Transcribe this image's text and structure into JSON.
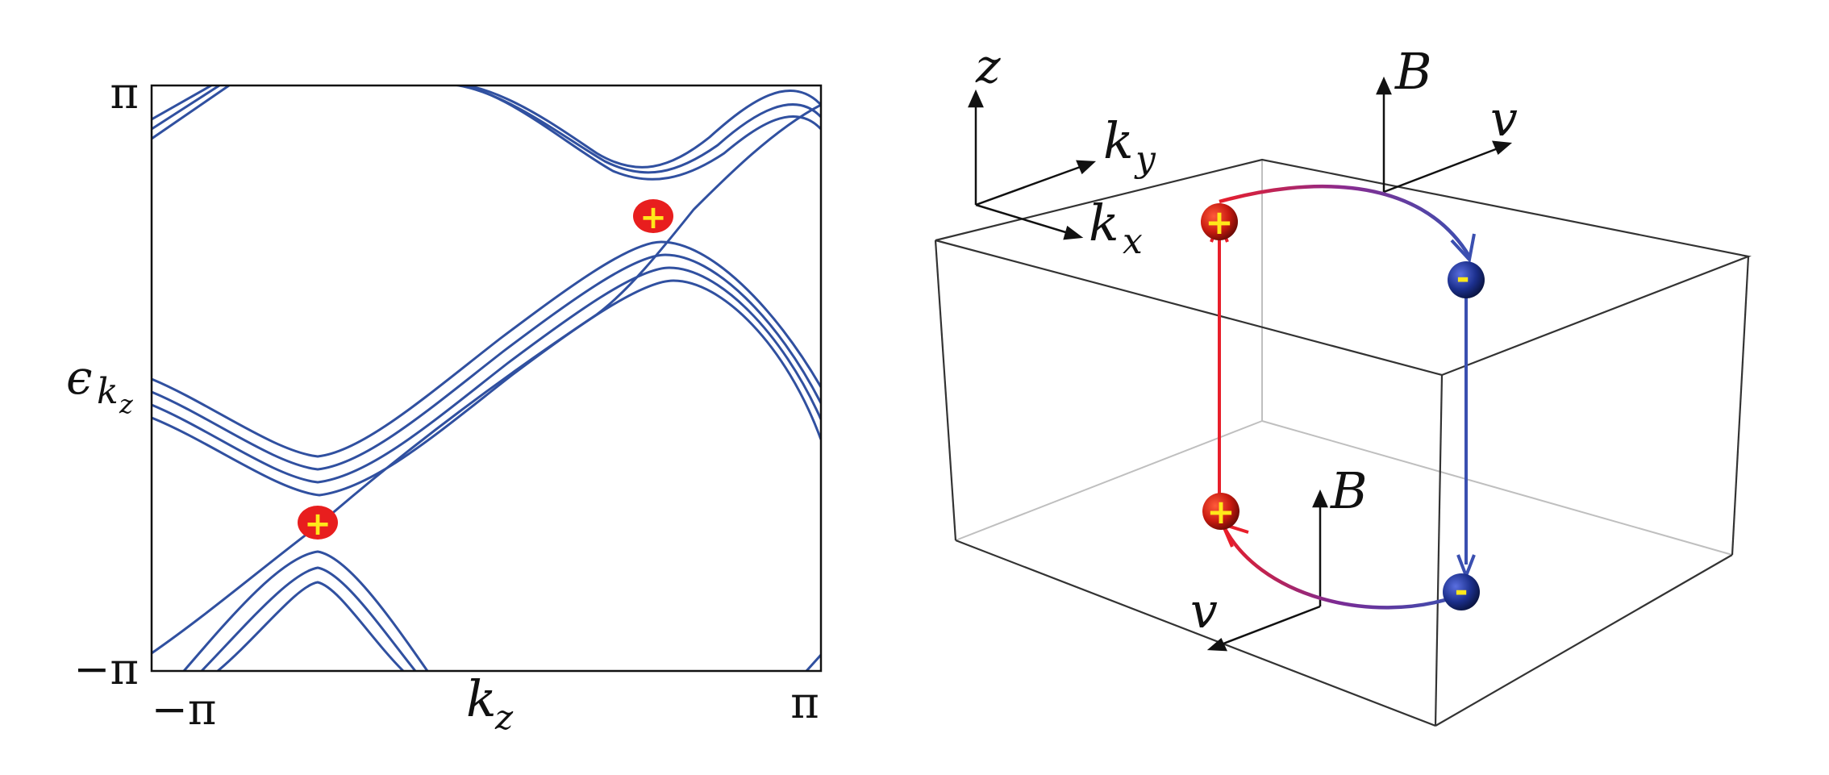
{
  "left_panel": {
    "y_tick_top": "π",
    "y_tick_bottom": "−π",
    "x_tick_left": "−π",
    "x_tick_right": "π",
    "y_label_main": "ϵ",
    "y_label_sub_k": "k",
    "y_label_sub_z": "z",
    "x_label_main": "k",
    "x_label_sub": "z",
    "node_upper_sign": "+",
    "node_lower_sign": "+"
  },
  "right_panel": {
    "axis_z": "z",
    "axis_ky_main": "k",
    "axis_ky_sub": "y",
    "axis_kx_main": "k",
    "axis_kx_sub": "x",
    "top_field_label": "B",
    "top_velocity_label": "v",
    "bottom_field_label": "B",
    "bottom_velocity_label": "v",
    "plus_sign": "+",
    "minus_sign": "-"
  },
  "colors": {
    "band": "#3050a0",
    "node_red": "#e81e1e",
    "node_blue": "#1b2f8c",
    "sign_yellow": "#ffe81a",
    "box_edge": "#333333",
    "box_hidden": "#bfbfbf"
  }
}
